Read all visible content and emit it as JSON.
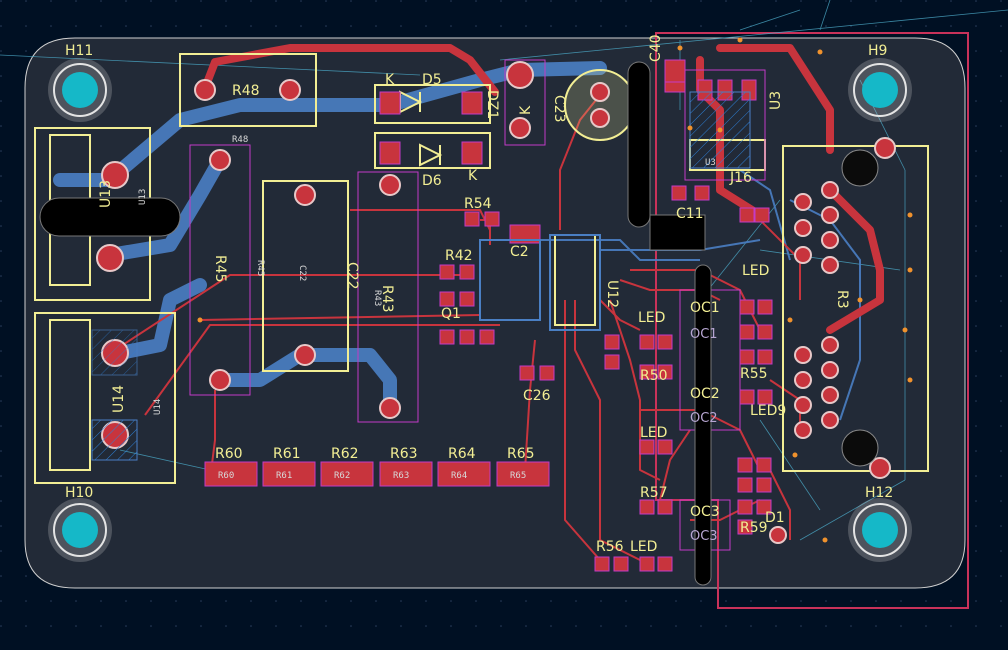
{
  "mounting_holes": [
    "H11",
    "H9",
    "H10",
    "H12"
  ],
  "components": {
    "resistors_top": [
      "R48",
      "R45",
      "R43",
      "R54",
      "R42",
      "R55"
    ],
    "resistors_bottom": [
      "R60",
      "R61",
      "R62",
      "R63",
      "R64",
      "R65"
    ],
    "resistors_misc": [
      "R50",
      "R57",
      "R56",
      "R59",
      "R3"
    ],
    "diodes": [
      "D5",
      "D6",
      "DZ1",
      "D1"
    ],
    "capacitors": [
      "C23",
      "C11",
      "C22",
      "C26",
      "C2",
      "C40"
    ],
    "ics": [
      "U13",
      "U14",
      "U3",
      "U12",
      "Q1"
    ],
    "optocouplers": [
      "OC1",
      "OC1",
      "OC2",
      "OC2",
      "OC3",
      "OC3"
    ],
    "leds": [
      "LED",
      "LED",
      "LED",
      "LED9",
      "LED"
    ],
    "misc": [
      "K",
      "K",
      "K",
      "J16",
      "H12"
    ],
    "fab_labels": [
      "R60",
      "R61",
      "R62",
      "R63",
      "R64",
      "R65",
      "R48",
      "R45",
      "R43",
      "C22",
      "U13",
      "U14",
      "U3"
    ]
  }
}
